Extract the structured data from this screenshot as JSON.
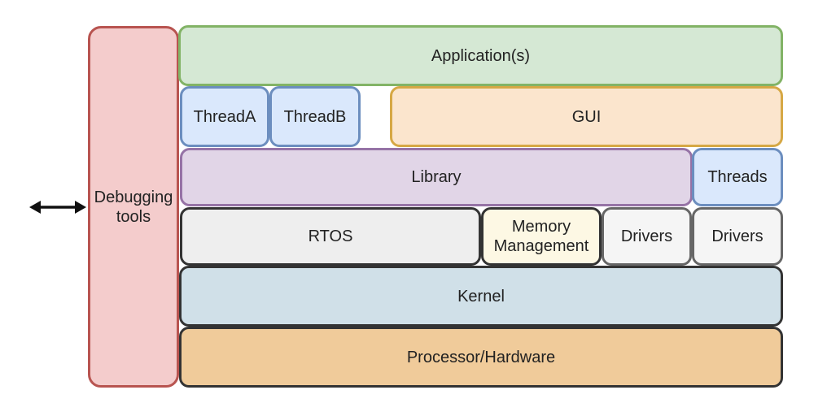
{
  "debugging": {
    "line1": "Debugging",
    "line2": "tools",
    "fill": "#f4cccc",
    "stroke": "#b85450"
  },
  "layers": {
    "application": {
      "label": "Application(s)",
      "fill": "#d5e8d4",
      "stroke": "#82b366"
    },
    "thread_a": {
      "label": "ThreadA",
      "fill": "#dae8fc",
      "stroke": "#6c8ebf"
    },
    "thread_b": {
      "label": "ThreadB",
      "fill": "#dae8fc",
      "stroke": "#6c8ebf"
    },
    "gui": {
      "label": "GUI",
      "fill": "#fbe5cd",
      "stroke": "#d6a845"
    },
    "library": {
      "label": "Library",
      "fill": "#e1d5e7",
      "stroke": "#9673a6"
    },
    "threads": {
      "label": "Threads",
      "fill": "#dae8fc",
      "stroke": "#6c8ebf"
    },
    "rtos": {
      "label": "RTOS",
      "fill": "#eeeeee",
      "stroke": "#333333"
    },
    "memory": {
      "line1": "Memory",
      "line2": "Management",
      "fill": "#fdf8e4",
      "stroke": "#333333"
    },
    "drivers_1": {
      "label": "Drivers",
      "fill": "#f5f5f5",
      "stroke": "#666666"
    },
    "drivers_2": {
      "label": "Drivers",
      "fill": "#f5f5f5",
      "stroke": "#666666"
    },
    "kernel": {
      "label": "Kernel",
      "fill": "#d0e0e8",
      "stroke": "#333333"
    },
    "processor": {
      "label": "Processor/Hardware",
      "fill": "#f0cb9a",
      "stroke": "#333333"
    }
  },
  "connector": {
    "color": "#111111",
    "icon": "double-headed-arrow-icon"
  }
}
